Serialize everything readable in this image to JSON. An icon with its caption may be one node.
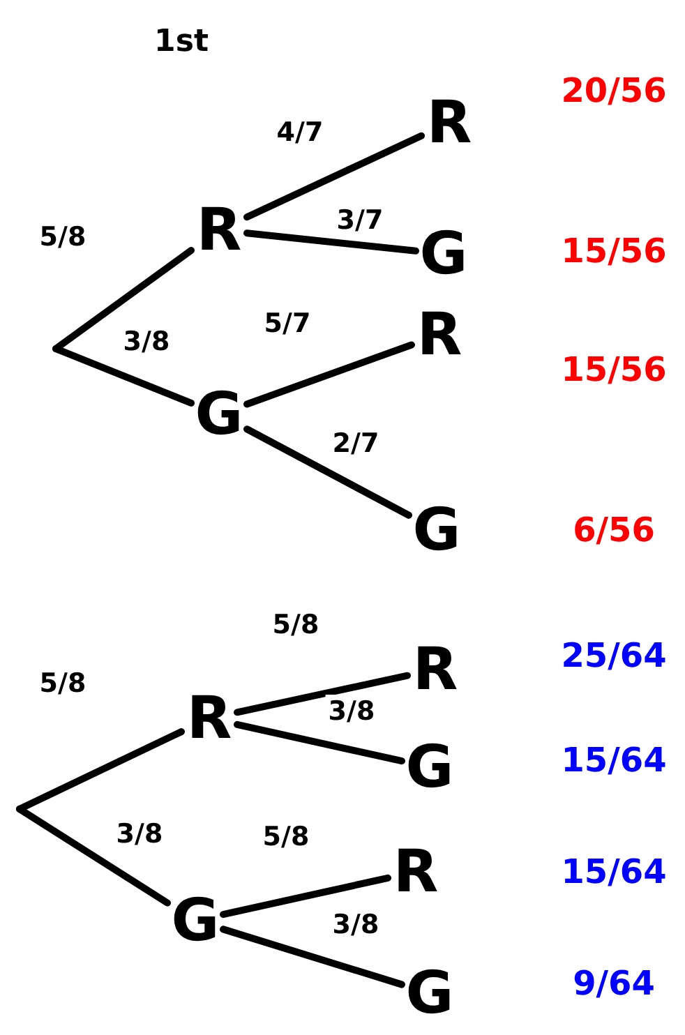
{
  "diagram": {
    "nodes": [
      {
        "text": [
          "R"
        ]
      },
      {
        "text": [
          "R"
        ]
      },
      {
        "text": [
          "G"
        ]
      },
      {
        "text": [
          "G"
        ]
      },
      {
        "text": [
          "R"
        ]
      },
      {
        "text": [
          "G"
        ]
      },
      {
        "text": [
          "R"
        ]
      },
      {
        "text": [
          "R"
        ]
      },
      {
        "text": [
          "G"
        ]
      },
      {
        "text": [
          "G"
        ]
      },
      {
        "text": [
          "R"
        ]
      },
      {
        "text": [
          "G"
        ]
      }
    ],
    "edges": [
      {
        "from": null,
        "to": 0,
        "arrow": "none",
        "label": "5/8"
      },
      {
        "from": null,
        "to": 3,
        "arrow": "none",
        "label": "3/8"
      },
      {
        "from": 0,
        "to": 1,
        "arrow": "none",
        "label": "4/7"
      },
      {
        "from": 0,
        "to": 2,
        "arrow": "none",
        "label": "3/7"
      },
      {
        "from": 3,
        "to": 4,
        "arrow": "none",
        "label": "5/7"
      },
      {
        "from": 3,
        "to": 5,
        "arrow": "none",
        "label": "2/7"
      },
      {
        "from": null,
        "to": 6,
        "arrow": "none",
        "label": "5/8"
      },
      {
        "from": null,
        "to": 9,
        "arrow": "none",
        "label": "3/8"
      },
      {
        "from": 6,
        "to": 7,
        "arrow": "none",
        "label": "5/8"
      },
      {
        "from": 6,
        "to": 8,
        "arrow": "none",
        "label": "3/8"
      },
      {
        "from": 9,
        "to": 10,
        "arrow": "none",
        "label": "5/8"
      },
      {
        "from": 9,
        "to": 11,
        "arrow": "none",
        "label": "3/8"
      }
    ],
    "labels": [
      "1st",
      "20/56",
      "15/56",
      "15/56",
      "6/56",
      "25/64",
      "15/64",
      "15/64",
      "9/64"
    ]
  }
}
